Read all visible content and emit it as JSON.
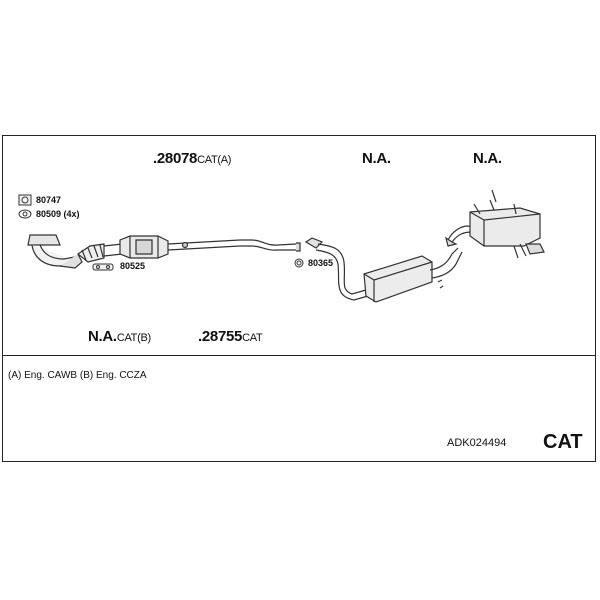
{
  "parts_top": [
    {
      "number": ".28078",
      "suffix": "CAT(A)"
    },
    {
      "number": "N.A.",
      "suffix": ""
    },
    {
      "number": "N.A.",
      "suffix": ""
    }
  ],
  "parts_bottom": [
    {
      "number": "N.A.",
      "suffix": "CAT(B)"
    },
    {
      "number": ".28755",
      "suffix": "CAT"
    }
  ],
  "accessories": {
    "clamp_80747": "80747",
    "gasket_80509": "80509 (4x)",
    "gasket_80525": "80525",
    "ring_80365": "80365"
  },
  "engine_note": "(A) Eng. CAWB (B) Eng. CCZA",
  "kit_code": "ADK024494",
  "category": "CAT"
}
